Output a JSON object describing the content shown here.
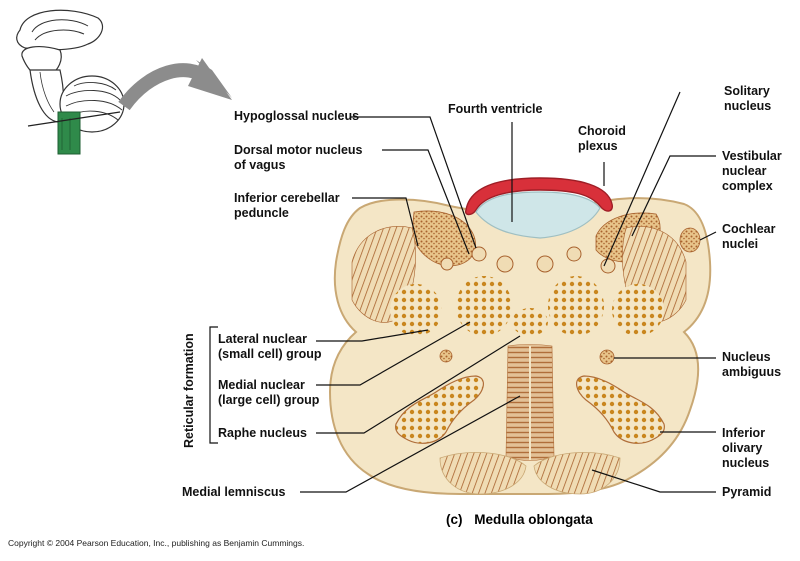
{
  "labels_left": {
    "hypoglossal": "Hypoglossal nucleus",
    "dorsal_motor": "Dorsal motor nucleus\nof vagus",
    "inferior_cerebellar": "Inferior cerebellar\npeduncle",
    "lateral_nuclear": "Lateral nuclear\n(small cell) group",
    "medial_nuclear": "Medial nuclear\n(large cell) group",
    "raphe": "Raphe nucleus",
    "medial_lemniscus": "Medial lemniscus",
    "reticular_formation": "Reticular formation"
  },
  "labels_top": {
    "fourth_ventricle": "Fourth ventricle",
    "choroid_plexus": "Choroid\nplexus"
  },
  "labels_right": {
    "solitary": "Solitary\nnucleus",
    "vestibular": "Vestibular\nnuclear\ncomplex",
    "cochlear": "Cochlear\nnuclei",
    "ambiguus": "Nucleus\nambiguus",
    "inferior_olivary": "Inferior\nolivary\nnucleus",
    "pyramid": "Pyramid"
  },
  "caption": {
    "letter": "(c)",
    "title": "Medulla oblongata"
  },
  "copyright": "Copyright © 2004 Pearson Education, Inc., publishing as Benjamin Cummings.",
  "colors": {
    "tissue": "#f4e6c6",
    "tissue_edge": "#c9a874",
    "nucleus": "#c9861e",
    "fiber": "#a8622e",
    "ventricle": "#cfe6e8",
    "choroid": "#d8303a",
    "brainstem_green": "#2f8a4a",
    "arrow": "#8c8c8c"
  }
}
